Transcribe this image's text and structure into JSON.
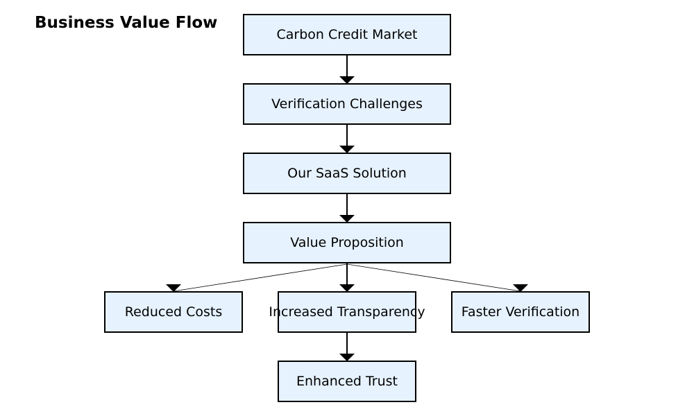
{
  "title": "Business Value Flow",
  "colors": {
    "node_fill": "#e6f2fe",
    "node_border": "#000000",
    "line": "#000000"
  },
  "nodes": {
    "carbon_credit_market": "Carbon Credit Market",
    "verification_challenges": "Verification Challenges",
    "saas_solution": "Our SaaS Solution",
    "value_proposition": "Value Proposition",
    "reduced_costs": "Reduced Costs",
    "increased_transparency": "Increased Transparency",
    "faster_verification": "Faster Verification",
    "enhanced_trust": "Enhanced Trust"
  },
  "edges": [
    [
      "carbon_credit_market",
      "verification_challenges"
    ],
    [
      "verification_challenges",
      "saas_solution"
    ],
    [
      "saas_solution",
      "value_proposition"
    ],
    [
      "value_proposition",
      "reduced_costs"
    ],
    [
      "value_proposition",
      "increased_transparency"
    ],
    [
      "value_proposition",
      "faster_verification"
    ],
    [
      "increased_transparency",
      "enhanced_trust"
    ]
  ]
}
